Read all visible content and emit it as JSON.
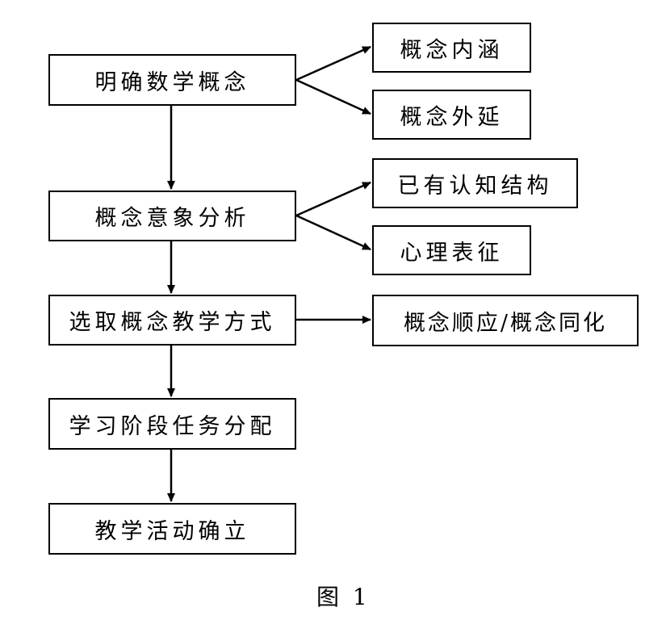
{
  "main_steps": [
    "明确数学概念",
    "概念意象分析",
    "选取概念教学方式",
    "学习阶段任务分配",
    "教学活动确立"
  ],
  "side_nodes": [
    "概念内涵",
    "概念外延",
    "已有认知结构",
    "心理表征",
    "概念顺应/概念同化"
  ],
  "caption": "图 1"
}
